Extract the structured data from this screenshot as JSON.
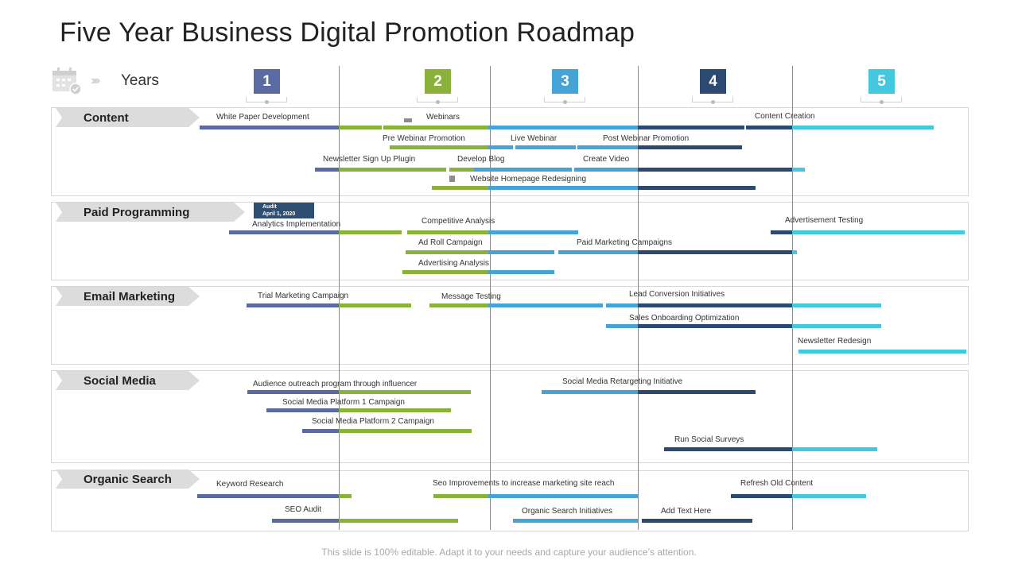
{
  "title": "Five Year Business Digital Promotion Roadmap",
  "years_label": "Years",
  "years": [
    "1",
    "2",
    "3",
    "4",
    "5"
  ],
  "colors": {
    "year1": "#5a6aa2",
    "year2": "#8ab23a",
    "year3": "#46a3d6",
    "year4": "#2c4a70",
    "year5": "#44c8e0",
    "section_tag": "#dcdcdc"
  },
  "sections": [
    "Content",
    "Paid Programming",
    "Email Marketing",
    "Social Media",
    "Organic Search"
  ],
  "audit": {
    "line1": "Audit",
    "line2": "April 1, 2020"
  },
  "tasks": [
    "White Paper Development",
    "Webinars",
    "Content Creation",
    "Pre Webinar Promotion",
    "Live Webinar",
    "Post Webinar Promotion",
    "Newsletter Sign Up Plugin",
    "Develop Blog",
    "Create Video",
    "Website Homepage Redesigning",
    "Analytics Implementation",
    "Competitive Analysis",
    "Advertisement Testing",
    "Ad Roll Campaign",
    "Paid Marketing Campaigns",
    "Advertising Analysis",
    "Trial Marketing Campaign",
    "Message Testing",
    "Lead Conversion Initiatives",
    "Sales Onboarding Optimization",
    "Newsletter Redesign",
    "Audience outreach program through influencer",
    "Social Media Retargeting Initiative",
    "Social Media Platform 1 Campaign",
    "Social Media Platform 2 Campaign",
    "Run Social Surveys",
    "Keyword Research",
    "Seo Improvements to increase marketing site reach",
    "Refresh Old Content",
    "SEO  Audit",
    "Organic Search Initiatives",
    "Add Text Here"
  ],
  "footer": "This slide is 100% editable. Adapt it to your needs and capture your audience’s attention."
}
